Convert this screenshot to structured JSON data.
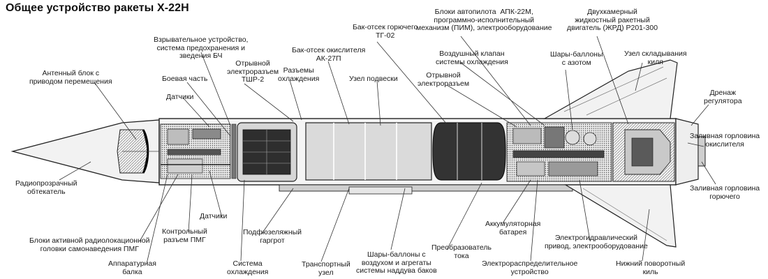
{
  "title": "Общее устройство ракеты Х-22Н",
  "labels": {
    "antenna_block": "Антенный блок с\nприводом перемещения",
    "detonator": "Взрывательное устройство,\nсистема предохранения и\nзведения БЧ",
    "warhead": "Боевая часть",
    "sensors_top": "Датчики",
    "breakaway_connector_tshr": "Отрывной\nэлектроразъем\nТШР-2",
    "cooling_connectors": "Разъемы\nохлаждения",
    "oxidizer_tank": "Бак-отсек окислителя\nАК-27П",
    "fuel_tank": "Бак-отсек горючего\nТГ-02",
    "suspension_unit": "Узел подвески",
    "autopilot_blocks": "Блоки автопилота  АПК-22М,\nпрограммно-исполнительный\nмеханизм (ПИМ), электрооборудование",
    "air_valve": "Воздушный клапан\nсистемы охлаждения",
    "breakaway_connector": "Отрывной\nэлектроразъем",
    "engine": "Двухкамерный\nжидкостный ракетный\nдвигатель (ЖРД) Р201-300",
    "nitrogen_balloons": "Шары-баллоны\nс азотом",
    "fin_fold_unit": "Узел складывания\nкиля",
    "regulator_drain": "Дренаж\nрегулятора",
    "oxidizer_filler": "Заливная горловина\nокислителя",
    "fuel_filler": "Заливная горловина\nгорючего",
    "radome": "Радиопрозрачный\nобтекатель",
    "sensors_bottom": "Датчики",
    "control_connector": "Контрольный\nразъем ПМГ",
    "active_radar_blocks": "Блоки активной радиолокационной\nголовки самонаведения ПМГ",
    "equipment_beam": "Аппаратурная\nбалка",
    "cooling_system": "Система\nохлаждения",
    "underfuselage_fairing": "Подфюзеляжный\nгаргрот",
    "transport_unit": "Транспортный\nузел",
    "air_balloons": "Шары-баллоны с\nвоздухом и агрегаты\nсистемы наддува баков",
    "current_converter": "Преобразователь\nтока",
    "battery": "Аккумуляторная\nбатарея",
    "electrohydraulic_drive": "Электрогидравлический\nпривод, электрооборудование",
    "power_distribution": "Электрораспределительное\nустройство",
    "lower_fin": "Нижний поворотный\nкиль"
  },
  "colors": {
    "ink": "#1a1a1a",
    "hull": "#f4f4f4",
    "tank_fill": "#d9d9d9",
    "dark_fill": "#3a3a3a",
    "mid_fill": "#9a9a9a",
    "leader": "#333333"
  }
}
